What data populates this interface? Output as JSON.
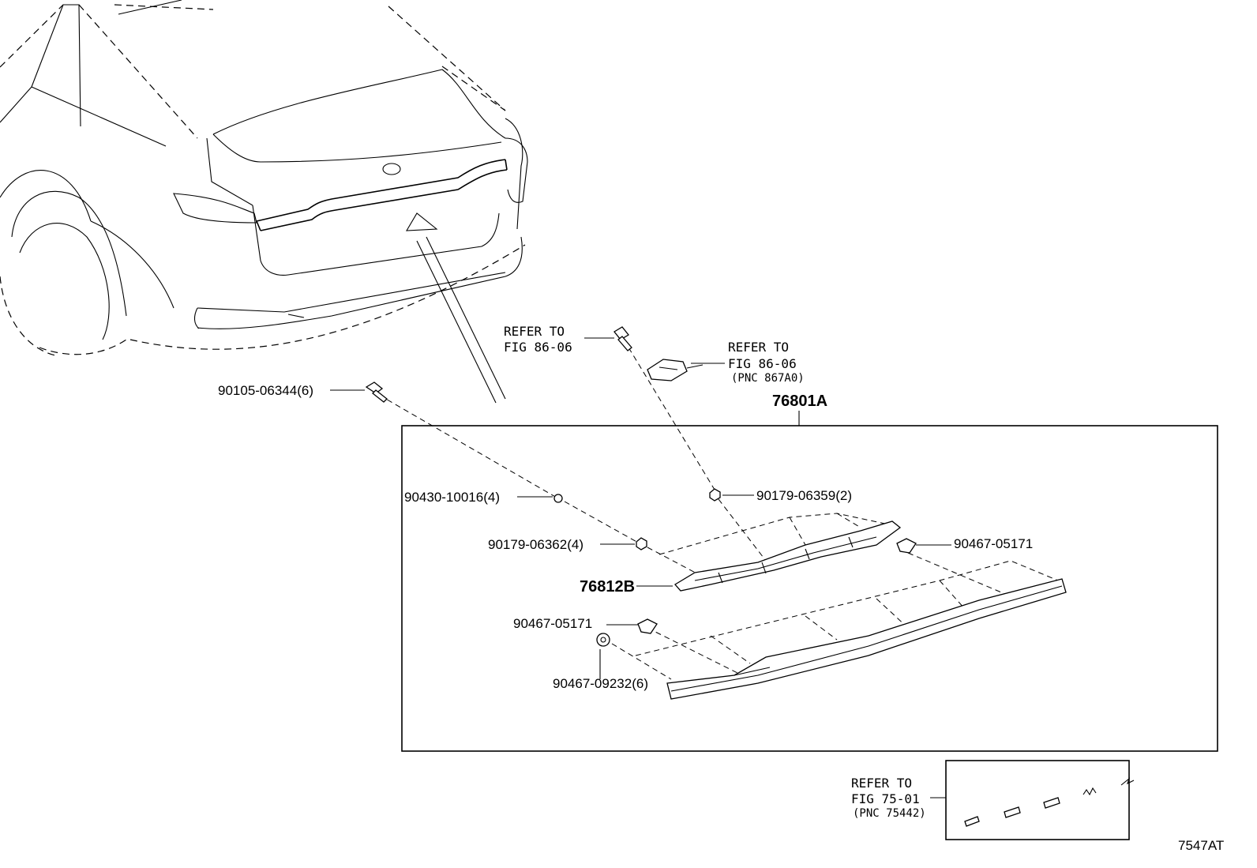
{
  "labels": {
    "refer_upper_left": [
      "REFER TO",
      "FIG 86-06"
    ],
    "refer_upper_right": [
      "REFER TO",
      "FIG 86-06",
      "(PNC 867A0)"
    ],
    "refer_lower": [
      "REFER TO",
      "FIG 75-01",
      "(PNC 75442)"
    ],
    "assembly": "76801A",
    "bracket": "76812B",
    "screw_top": "90105-06344(6)",
    "washer": "90430-10016(4)",
    "nut_left": "90179-06362(4)",
    "nut_right": "90179-06359(2)",
    "clip_right": "90467-05171",
    "clip_left": "90467-05171",
    "clip_round": "90467-09232(6)",
    "figure_code": "7547AT"
  }
}
